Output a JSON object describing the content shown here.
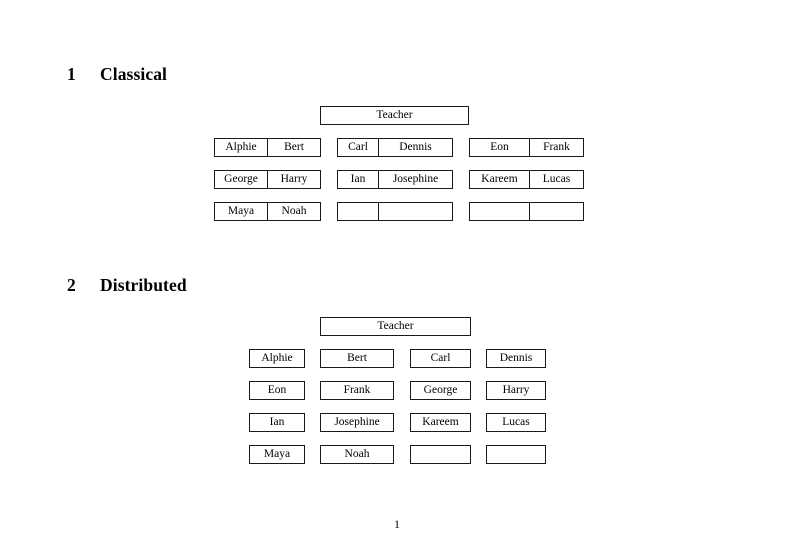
{
  "document": {
    "page_number": "1",
    "background_color": "#ffffff",
    "text_color": "#000000",
    "border_color": "#1a1a1a"
  },
  "sections": [
    {
      "number": "1",
      "title": "Classical",
      "teacher_label": "Teacher",
      "layout": "paired",
      "groups": [
        {
          "rows": [
            [
              "Alphie",
              "Bert"
            ],
            [
              "George",
              "Harry"
            ],
            [
              "Maya",
              "Noah"
            ]
          ]
        },
        {
          "rows": [
            [
              "Carl",
              "Dennis"
            ],
            [
              "Ian",
              "Josephine"
            ],
            [
              "",
              ""
            ]
          ]
        },
        {
          "rows": [
            [
              "Eon",
              "Frank"
            ],
            [
              "Kareem",
              "Lucas"
            ],
            [
              "",
              ""
            ]
          ]
        }
      ]
    },
    {
      "number": "2",
      "title": "Distributed",
      "teacher_label": "Teacher",
      "layout": "single",
      "rows": [
        [
          "Alphie",
          "Bert",
          "Carl",
          "Dennis"
        ],
        [
          "Eon",
          "Frank",
          "George",
          "Harry"
        ],
        [
          "Ian",
          "Josephine",
          "Kareem",
          "Lucas"
        ],
        [
          "Maya",
          "Noah",
          "",
          ""
        ]
      ]
    }
  ]
}
